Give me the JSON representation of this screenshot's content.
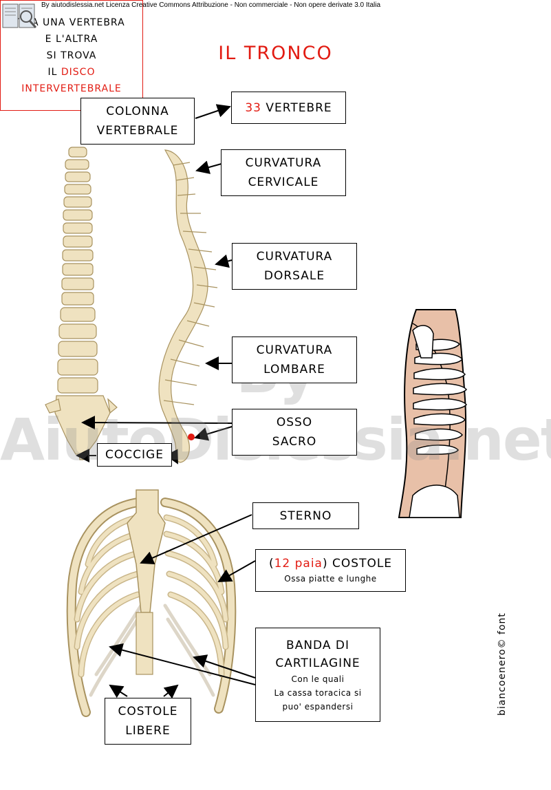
{
  "header": {
    "license": "By aiutodislessia.net Licenza Creative Commons Attribuzione - Non commerciale - Non opere derivate 3.0 Italia"
  },
  "title": "IL TRONCO",
  "watermark": "By AiutoDislessia.net",
  "labels": {
    "colonna": [
      "COLONNA",
      "VERTEBRALE"
    ],
    "vertebre_num": "33",
    "vertebre_text": "VERTEBRE",
    "cervicale": [
      "CURVATURA",
      "CERVICALE"
    ],
    "dorsale": [
      "CURVATURA",
      "DORSALE"
    ],
    "lombare": [
      "CURVATURA",
      "LOMBARE"
    ],
    "sacro": [
      "OSSO",
      "SACRO"
    ],
    "coccige": "COCCIGE",
    "sterno": "STERNO",
    "costole_open": "(",
    "costole_num": "12 paia",
    "costole_close": ") COSTOLE",
    "costole_sub": "Ossa piatte e lunghe",
    "banda": [
      "BANDA DI",
      "CARTILAGINE"
    ],
    "banda_sub": [
      "Con le quali",
      "La cassa toracica si",
      "puo' espandersi"
    ],
    "libere": [
      "COSTOLE",
      "LIBERE"
    ]
  },
  "info": {
    "line1": "TRA UNA VERTEBRA",
    "line2": "E L'ALTRA",
    "line3": "SI TROVA",
    "line4_prefix": "IL",
    "line4_red": "DISCO",
    "line5_red": "INTERVERTEBRALE"
  },
  "credit": "biancoenero© font",
  "colors": {
    "accent": "#e21b12",
    "bone": "#f0e4c4",
    "bone_shadow": "#c9b68a",
    "skin": "#e8c0a8"
  },
  "icons": {
    "logo": "book-logo-icon"
  }
}
